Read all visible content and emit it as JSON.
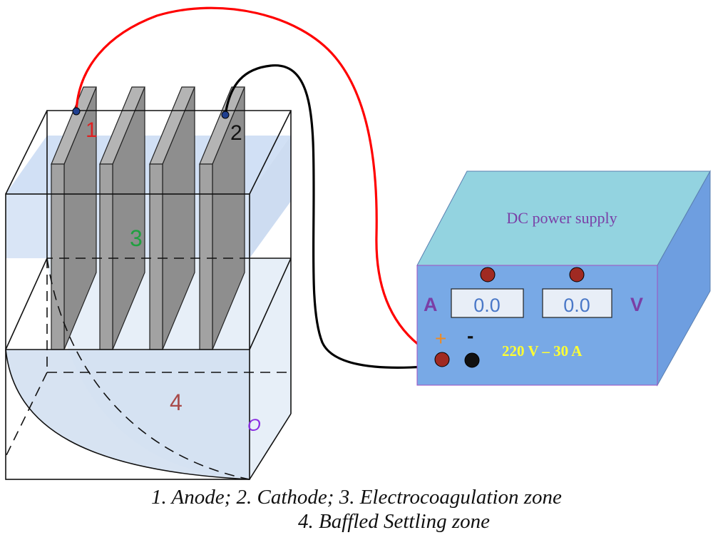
{
  "labels": {
    "anode_number": "1",
    "cathode_number": "2",
    "ec_zone_number": "3",
    "settling_zone_number": "4",
    "outlet_marker": "O"
  },
  "power_supply": {
    "title": "DC power supply",
    "ammeter_letter": "A",
    "voltmeter_letter": "V",
    "ammeter_reading": "0.0",
    "voltmeter_reading": "0.0",
    "plus_sign": "+",
    "minus_sign": "-",
    "rating": "220 V – 30 A"
  },
  "caption": {
    "line1": "1. Anode; 2. Cathode; 3. Electrocoagulation zone",
    "line2": "4. Baffled Settling zone"
  },
  "colors": {
    "anode_wire": "#ff0000",
    "cathode_wire": "#000000",
    "anode_label": "#e02020",
    "ec_zone_label": "#20a040",
    "settling_label": "#a84a4a",
    "supply_top": "#93d3e0",
    "supply_front": "#78a9e6",
    "supply_side": "#6e9ee0",
    "supply_text": "#7a3fa6",
    "rating_text": "#ffff33",
    "knob": "#a02a22",
    "outlet_marker": "#8a2be2"
  }
}
